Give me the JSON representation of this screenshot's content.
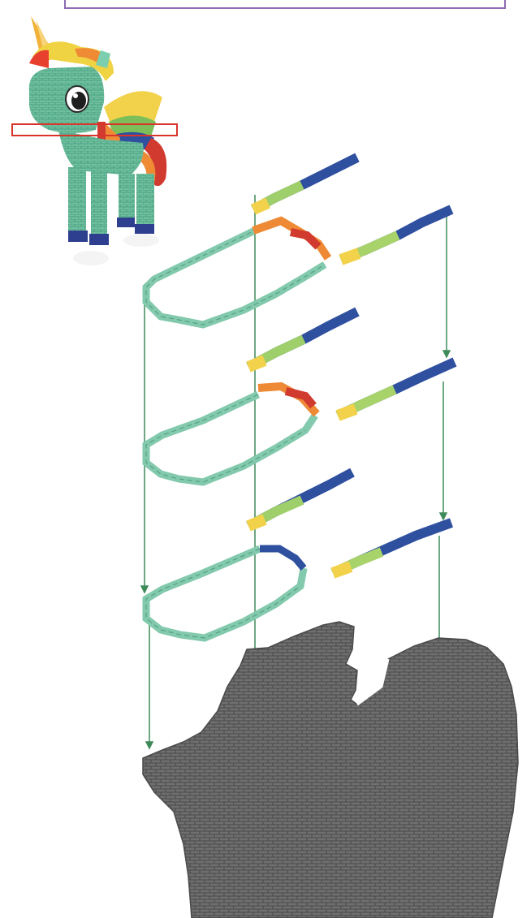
{
  "page": {
    "header_box": {
      "border_color": "#8d6bb3"
    },
    "slice_marker": {
      "color": "#d9342b"
    }
  },
  "palette": {
    "teal": "#82c9ad",
    "teal_dark": "#4e9a7f",
    "blue": "#2f4f9f",
    "green": "#7cbf5a",
    "lightgreen": "#b9d77a",
    "yellow": "#f2d24a",
    "orange": "#ee8a35",
    "red": "#d13a2f",
    "gray": "#6f6f6f",
    "gray_dark": "#4a4a4a",
    "guide_line": "#3f8a5a",
    "white": "#f2f2f2"
  },
  "figure": {
    "thumbnail": "unicorn-brick-sculpture",
    "exploded_layers": 3,
    "base": "gray-brick-body-section"
  }
}
